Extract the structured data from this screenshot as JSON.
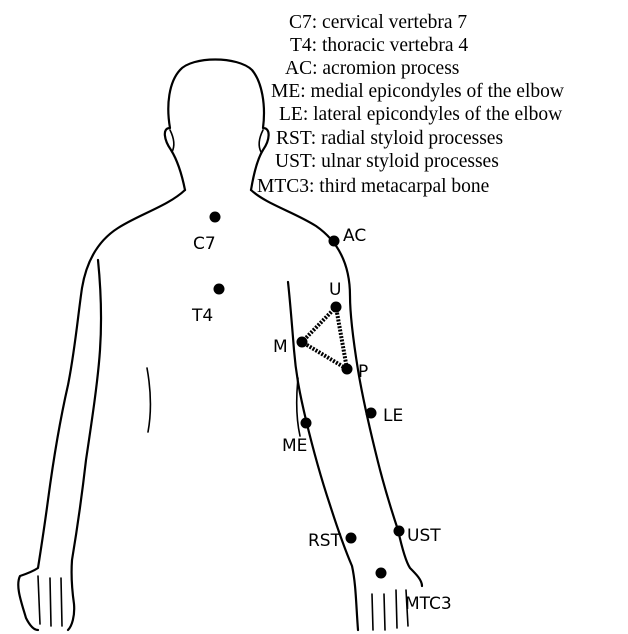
{
  "legend": [
    "C7: cervical vertebra 7",
    "T4: thoracic vertebra 4",
    "AC: acromion process",
    "ME: medial epicondyles of the elbow",
    "LE: lateral epicondyles of the elbow",
    "RST: radial styloid processes",
    "UST: ulnar styloid processes",
    "MTC3: third metacarpal bone"
  ],
  "markers": {
    "c7": "C7",
    "t4": "T4",
    "ac": "AC",
    "u": "U",
    "m": "M",
    "p": "P",
    "le": "LE",
    "me": "ME",
    "rst": "RST",
    "ust": "UST",
    "mtc3": "MTC3"
  }
}
